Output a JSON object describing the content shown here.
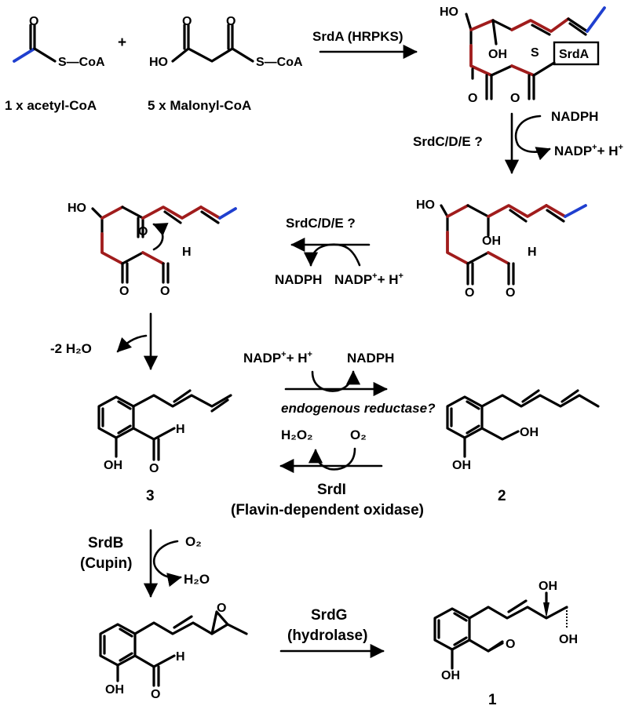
{
  "colors": {
    "polyketide_chain": "#a01c1c",
    "starter_unit": "#1f3fcf",
    "bonds": "#000000"
  },
  "substrates": {
    "acetyl_coa": "1 x acetyl-CoA",
    "malonyl_coa": "5 x Malonyl-CoA",
    "plus": "+",
    "coa": "S—CoA",
    "ho": "HO"
  },
  "steps": {
    "srda": "SrdA (HRPKS)",
    "srdcde_1": "SrdC/D/E ?",
    "srdcde_2": "SrdC/D/E ?",
    "dehydration": "-2 H₂O",
    "reductase": "endogenous reductase?",
    "srdi_name": "SrdI",
    "srdi_desc": "(Flavin-dependent oxidase)",
    "srdb_name": "SrdB",
    "srdb_desc": "(Cupin)",
    "srdg_name": "SrdG",
    "srdg_desc": "(hydrolase)"
  },
  "cofactors": {
    "nadph": "NADPH",
    "nadp": "NADP",
    "plus_h": "+ H",
    "h2o2": "H₂O₂",
    "o2": "O₂",
    "h2o": "H₂O"
  },
  "compounds": {
    "c3": "3",
    "c2": "2",
    "c1": "1",
    "enzyme_tag": "SrdA"
  }
}
